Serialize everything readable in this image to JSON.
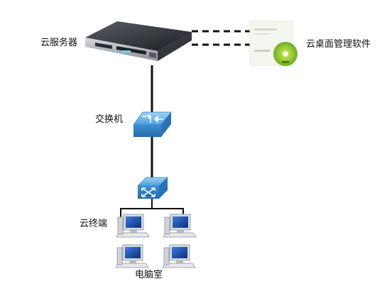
{
  "labels": {
    "server": "云服务器",
    "software": "云桌面管理软件",
    "switch": "交换机",
    "terminals": "云终端",
    "room": "电脑室"
  },
  "colors": {
    "switch_fill": "#5aa9e6",
    "switch_dark": "#2f7fc1",
    "line": "#111111",
    "server_body": "#2a2d33",
    "disc": "#8fc43c",
    "monitor_screen": "#1f4fa8"
  }
}
